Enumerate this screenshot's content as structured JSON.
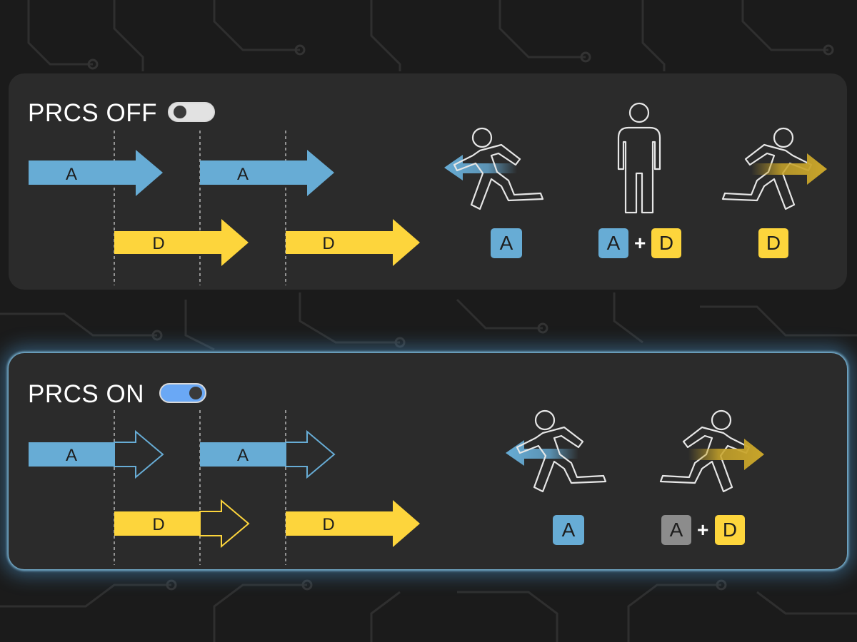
{
  "colors": {
    "a_blue": "#67acd5",
    "d_yellow": "#fdd53c",
    "inactive_gray": "#8c8c8c",
    "panel": "#2b2b2b",
    "background": "#1b1b1b",
    "toggle_on": "#6aa8f5"
  },
  "panel_off": {
    "title": "PRCS OFF",
    "toggle_state": "off",
    "arrow_labels": {
      "a1": "A",
      "a2": "A",
      "d1": "D",
      "d2": "D"
    },
    "results": {
      "left": {
        "figure": "running-left-icon",
        "a": "A"
      },
      "middle": {
        "figure": "standing-person-icon",
        "a": "A",
        "plus": "+",
        "d": "D"
      },
      "right": {
        "figure": "running-right-icon",
        "d": "D"
      }
    }
  },
  "panel_on": {
    "title": "PRCS ON",
    "toggle_state": "on",
    "arrow_labels": {
      "a1": "A",
      "a2": "A",
      "d1": "D",
      "d2": "D"
    },
    "results": {
      "left": {
        "figure": "running-left-icon",
        "a": "A"
      },
      "right": {
        "figure": "running-right-icon",
        "a": "A",
        "plus": "+",
        "d": "D"
      }
    }
  }
}
